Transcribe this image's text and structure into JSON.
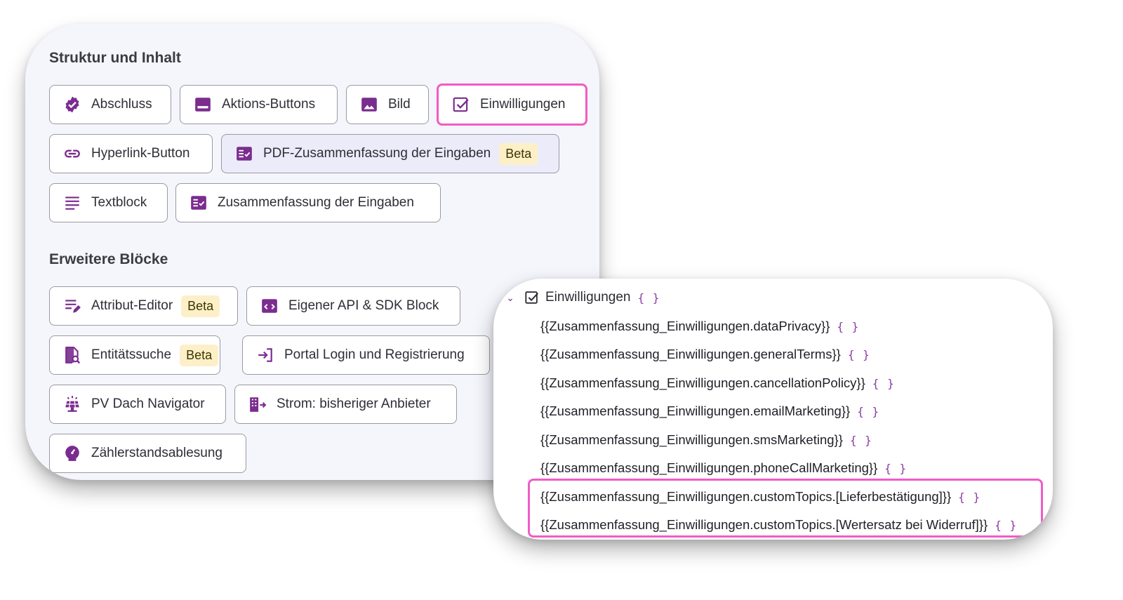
{
  "left_panel": {
    "section1_title": "Struktur und Inhalt",
    "section2_title": "Erweitere Blöcke",
    "badge_label": "Beta",
    "buttons": {
      "abschluss": "Abschluss",
      "aktions_buttons": "Aktions-Buttons",
      "bild": "Bild",
      "einwilligungen": "Einwilligungen",
      "hyperlink_button": "Hyperlink-Button",
      "pdf_zusammenfassung": "PDF-Zusammenfassung der Eingaben",
      "textblock": "Textblock",
      "zusammenfassung": "Zusammenfassung der Eingaben",
      "attribut_editor": "Attribut-Editor",
      "eigener_api": "Eigener API & SDK Block",
      "entitaetssuche": "Entitätssuche",
      "portal_login": "Portal Login und Registrierung",
      "pv_dach": "PV Dach Navigator",
      "strom": "Strom: bisheriger Anbieter",
      "zaehlerstand": "Zählerstandsablesung"
    },
    "icons": {
      "abschluss": "verified-badge-icon",
      "aktions_buttons": "button-bar-icon",
      "bild": "image-icon",
      "einwilligungen": "checkbox-icon",
      "hyperlink_button": "link-icon",
      "pdf_zusammenfassung": "checklist-icon",
      "textblock": "text-lines-icon",
      "zusammenfassung": "checklist-icon",
      "attribut_editor": "edit-list-icon",
      "eigener_api": "code-window-icon",
      "entitaetssuche": "document-search-icon",
      "portal_login": "login-icon",
      "pv_dach": "solar-panel-icon",
      "strom": "building-arrow-icon",
      "zaehlerstand": "meter-icon"
    }
  },
  "right_panel": {
    "header": {
      "label": "Einwilligungen",
      "braces": "{ }",
      "expanded": true
    },
    "rows": [
      {
        "text": "{{Zusammenfassung_Einwilligungen.dataPrivacy}}",
        "braces": "{ }"
      },
      {
        "text": "{{Zusammenfassung_Einwilligungen.generalTerms}}",
        "braces": "{ }"
      },
      {
        "text": "{{Zusammenfassung_Einwilligungen.cancellationPolicy}}",
        "braces": "{ }"
      },
      {
        "text": "{{Zusammenfassung_Einwilligungen.emailMarketing}}",
        "braces": "{ }"
      },
      {
        "text": "{{Zusammenfassung_Einwilligungen.smsMarketing}}",
        "braces": "{ }"
      },
      {
        "text": "{{Zusammenfassung_Einwilligungen.phoneCallMarketing}}",
        "braces": "{ }"
      },
      {
        "text": "{{Zusammenfassung_Einwilligungen.customTopics.[Lieferbestätigung]}}",
        "braces": "{ }"
      },
      {
        "text": "{{Zusammenfassung_Einwilligungen.customTopics.[Wertersatz bei Widerruf]}}",
        "braces": "{ }"
      }
    ]
  },
  "colors": {
    "accent_purple": "#7b2c8f",
    "highlight_pink": "#f25bc6",
    "beta_bg": "#fdf0c8"
  }
}
